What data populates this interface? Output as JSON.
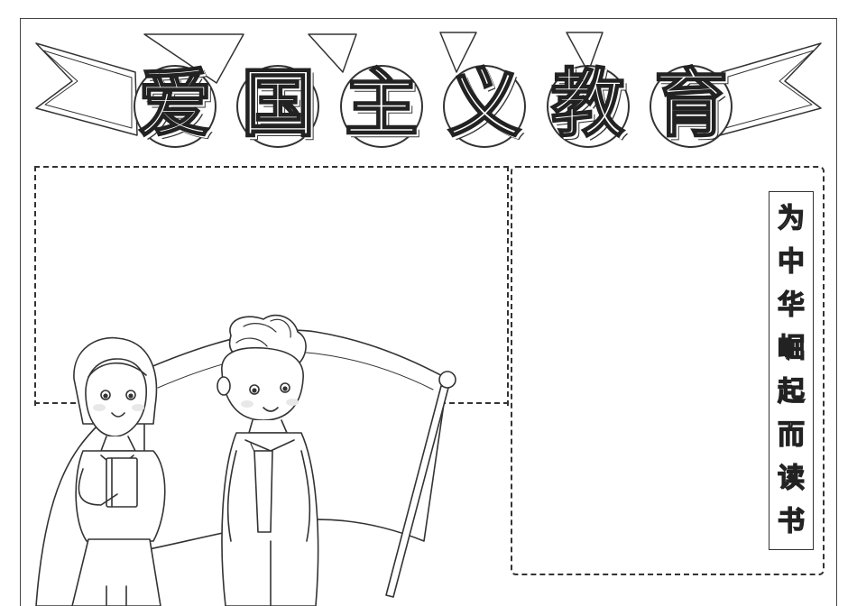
{
  "poster": {
    "title_chars": [
      "爱",
      "国",
      "主",
      "义",
      "教",
      "育"
    ],
    "slogan_chars": [
      "为",
      "中",
      "华",
      "崛",
      "起",
      "而",
      "读",
      "书"
    ]
  }
}
